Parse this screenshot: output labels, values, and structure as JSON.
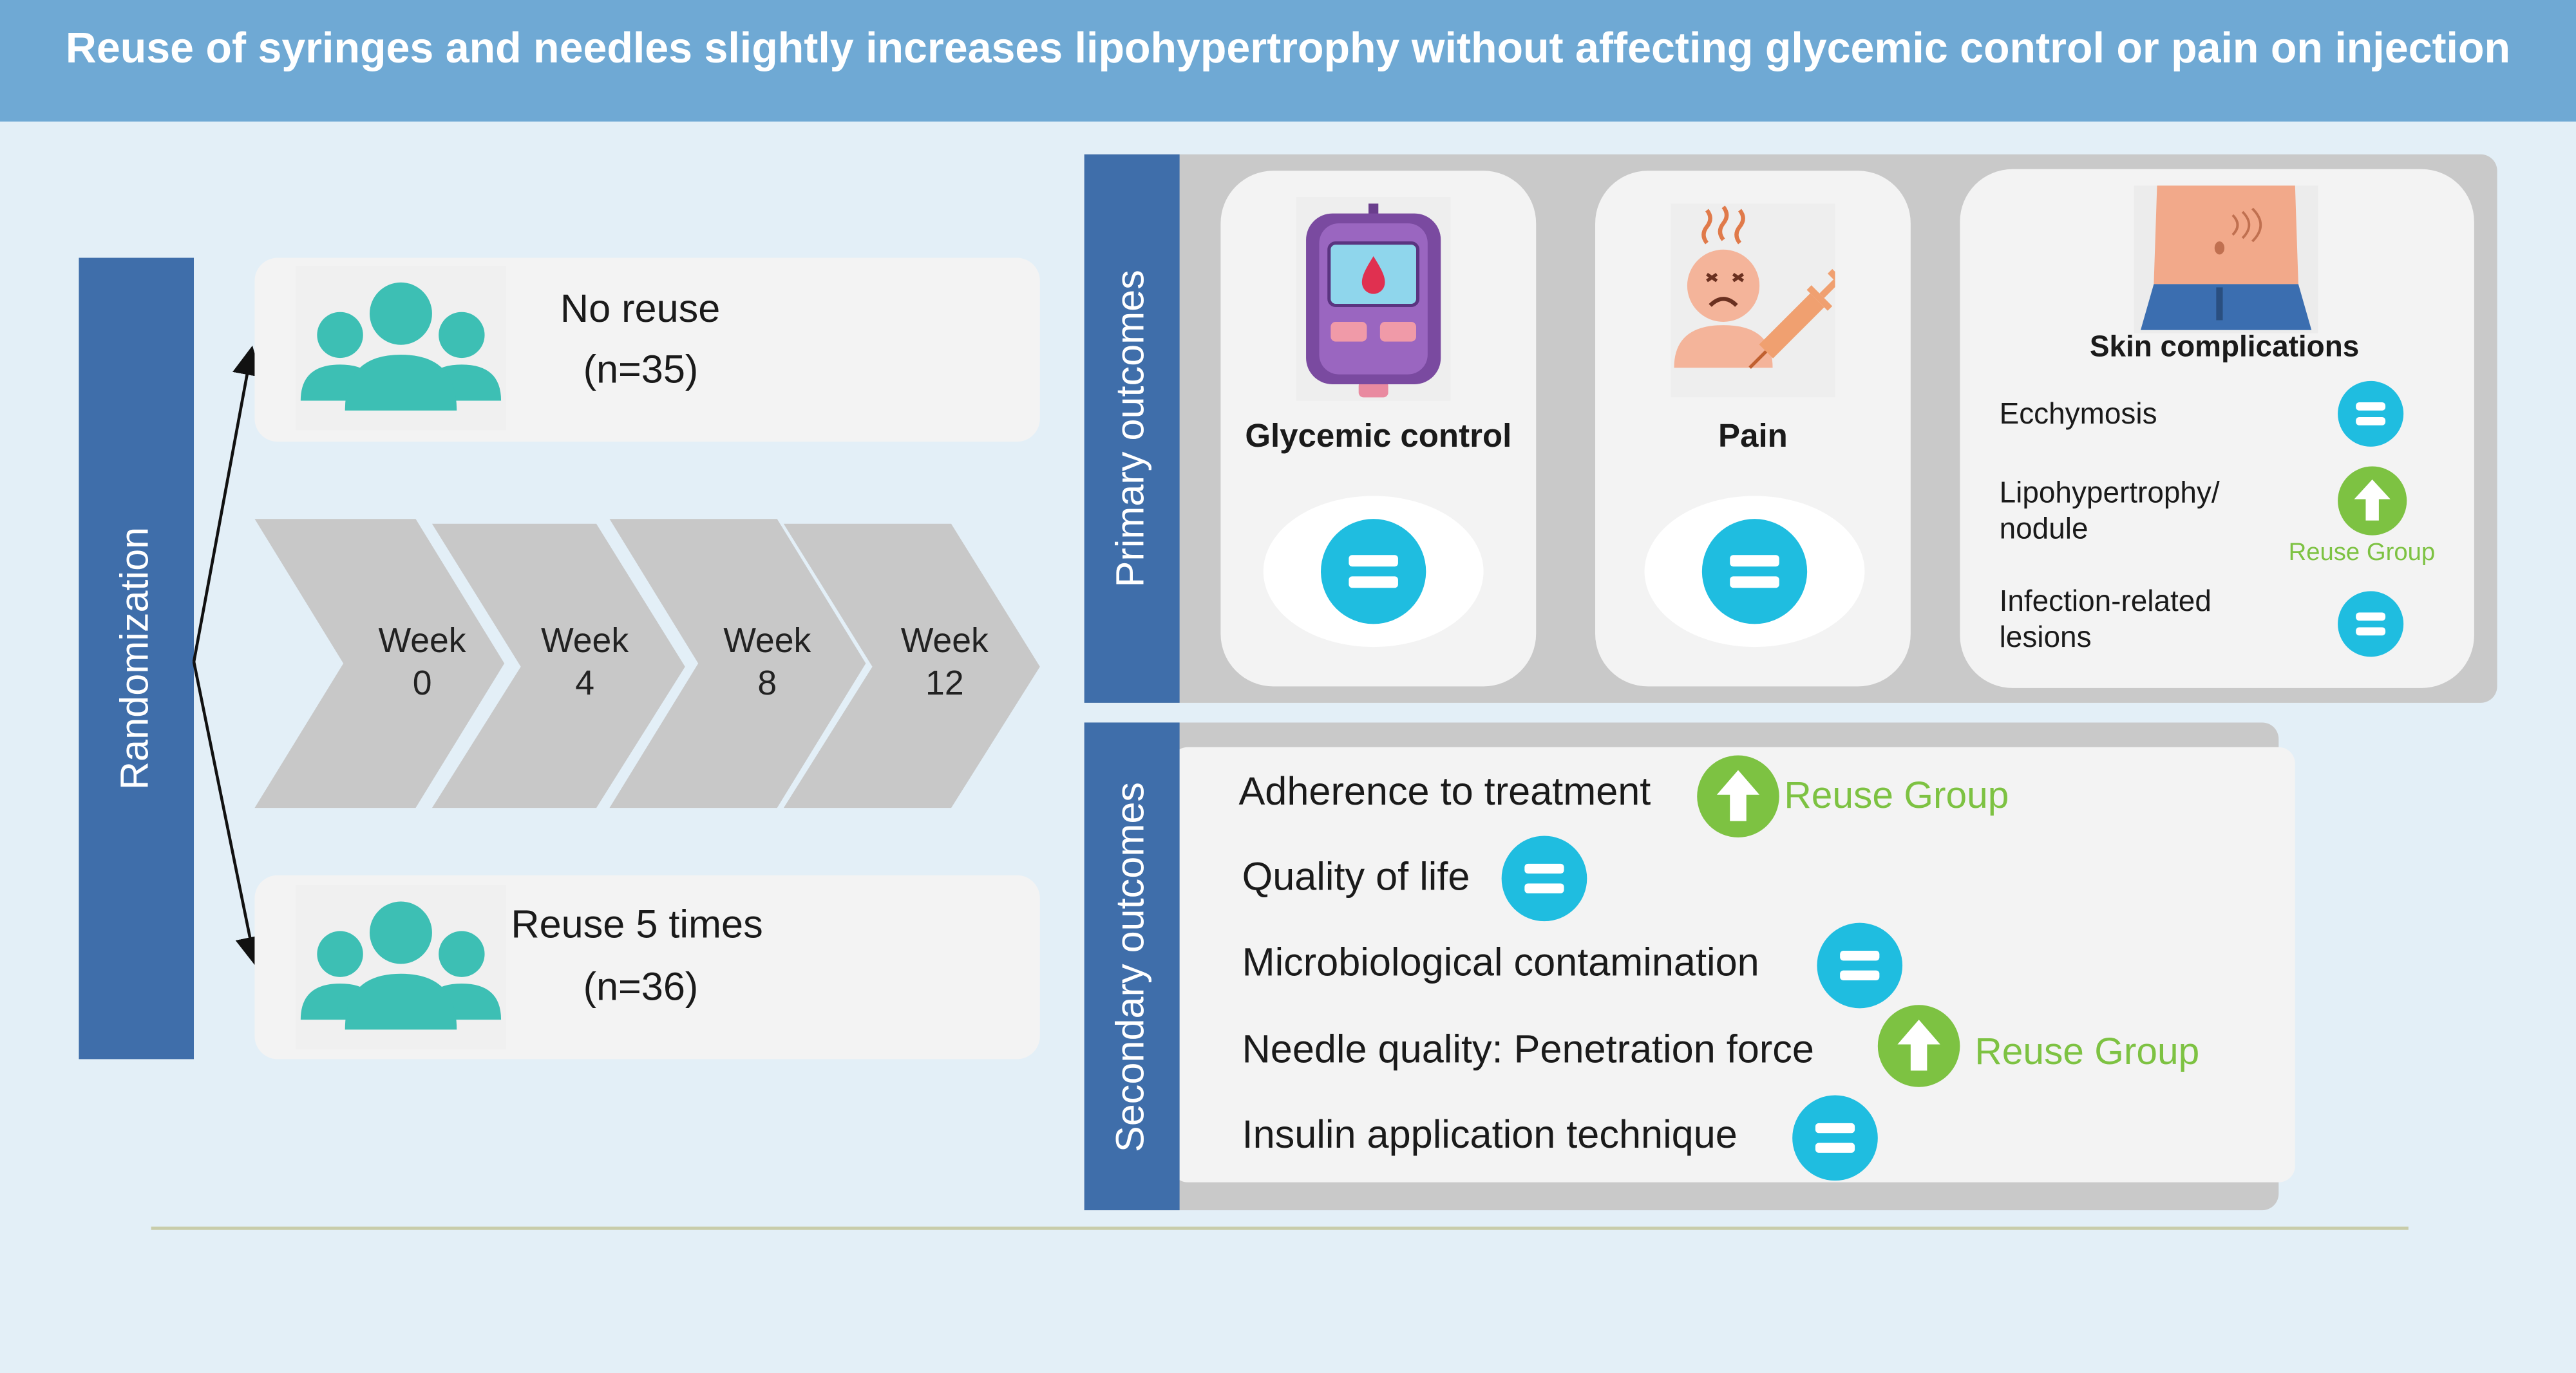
{
  "header": {
    "title": "Reuse of syringes and needles slightly increases lipohypertrophy without affecting glycemic control or pain on injection"
  },
  "randomization": {
    "label": "Randomization"
  },
  "groups": [
    {
      "name": "No reuse",
      "n": "(n=35)"
    },
    {
      "name": "Reuse 5 times",
      "n": "(n=36)"
    }
  ],
  "timeline": [
    {
      "label": "Week",
      "value": "0"
    },
    {
      "label": "Week",
      "value": "4"
    },
    {
      "label": "Week",
      "value": "8"
    },
    {
      "label": "Week",
      "value": "12"
    }
  ],
  "primary": {
    "label": "Primary outcomes",
    "glycemic": {
      "title": "Glycemic control",
      "result_icon": "equal-icon"
    },
    "pain": {
      "title": "Pain",
      "result_icon": "equal-icon"
    },
    "skin": {
      "title": "Skin complications",
      "items": [
        {
          "label": "Ecchymosis",
          "result_icon": "equal-icon"
        },
        {
          "label": "Lipohypertrophy/ nodule",
          "line1": "Lipohypertrophy/",
          "line2": "nodule",
          "result_icon": "arrow-up-icon",
          "note": "Reuse Group"
        },
        {
          "label": "Infection-related lesions",
          "line1": "Infection-related",
          "line2": "lesions",
          "result_icon": "equal-icon"
        }
      ]
    }
  },
  "secondary": {
    "label": "Secondary outcomes",
    "items": [
      {
        "label": "Adherence to treatment",
        "result_icon": "arrow-up-icon",
        "note": "Reuse Group"
      },
      {
        "label": "Quality of life",
        "result_icon": "equal-icon"
      },
      {
        "label": "Microbiological contamination",
        "result_icon": "equal-icon"
      },
      {
        "label": "Needle quality: Penetration force",
        "result_icon": "arrow-up-icon",
        "note": "Reuse Group"
      },
      {
        "label": "Insulin application technique",
        "result_icon": "equal-icon"
      }
    ]
  },
  "colors": {
    "banner": "#6fa9d4",
    "bar": "#3f6eaa",
    "equal": "#1fbde0",
    "increase": "#7dc242",
    "people": "#3dbfb4",
    "panel": "#c9c9c9"
  }
}
